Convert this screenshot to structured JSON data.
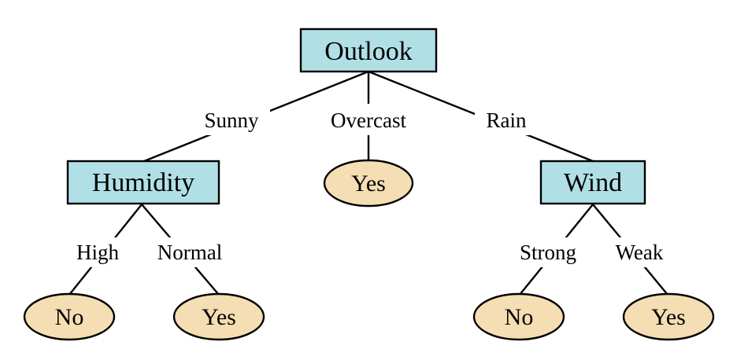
{
  "tree": {
    "root": {
      "label": "Outlook"
    },
    "branches": {
      "sunny": {
        "label": "Sunny"
      },
      "overcast": {
        "label": "Overcast"
      },
      "rain": {
        "label": "Rain"
      }
    },
    "humidity": {
      "label": "Humidity",
      "branches": {
        "high": {
          "label": "High",
          "leaf": "No"
        },
        "normal": {
          "label": "Normal",
          "leaf": "Yes"
        }
      }
    },
    "overcast_leaf": "Yes",
    "wind": {
      "label": "Wind",
      "branches": {
        "strong": {
          "label": "Strong",
          "leaf": "No"
        },
        "weak": {
          "label": "Weak",
          "leaf": "Yes"
        }
      }
    }
  },
  "colors": {
    "attribute_fill": "#b0e0e6",
    "leaf_fill": "#f5deb3"
  }
}
